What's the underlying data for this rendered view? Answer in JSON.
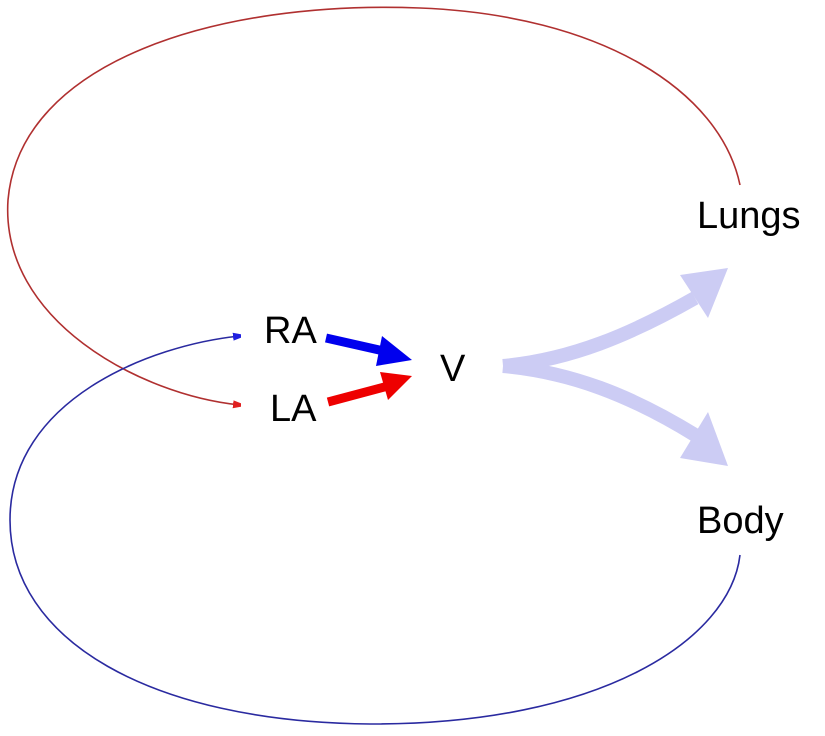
{
  "labels": {
    "lungs": "Lungs",
    "body": "Body",
    "ra": "RA",
    "la": "LA",
    "v": "V"
  },
  "colors": {
    "pulmonary_loop": "#b03030",
    "systemic_loop": "#2a2aa0",
    "ra_arrow": "#0000ee",
    "la_arrow": "#ee0000",
    "ventricle_output": "#ccccf4"
  }
}
